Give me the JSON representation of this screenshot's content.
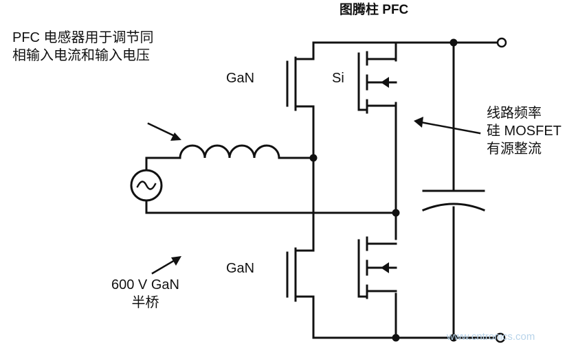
{
  "title": "图腾柱 PFC",
  "notes": {
    "inductor": [
      "PFC 电感器用于调节同",
      "相输入电流和输入电压"
    ],
    "line_freq": [
      "线路频率",
      "硅 MOSFET",
      "有源整流"
    ],
    "half_bridge": [
      "600 V GaN",
      "半桥"
    ]
  },
  "labels": {
    "gan_top": "GaN",
    "si": "Si",
    "gan_bottom": "GaN"
  },
  "watermark": "www.cntronics.com",
  "colors": {
    "stroke": "#111111",
    "watermark": "#b8d4ea"
  }
}
